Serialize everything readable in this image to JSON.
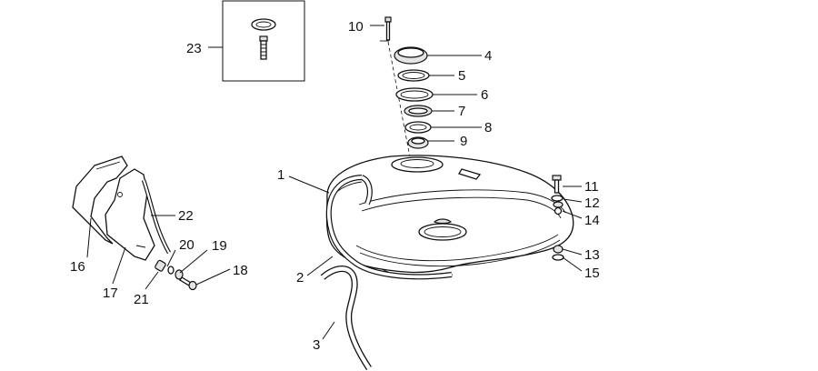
{
  "callouts": {
    "c1": "1",
    "c2": "2",
    "c3": "3",
    "c4": "4",
    "c5": "5",
    "c6": "6",
    "c7": "7",
    "c8": "8",
    "c9": "9",
    "c10": "10",
    "c11": "11",
    "c12": "12",
    "c13": "13",
    "c14": "14",
    "c15": "15",
    "c16": "16",
    "c17": "17",
    "c18": "18",
    "c19": "19",
    "c20": "20",
    "c21": "21",
    "c22": "22",
    "c23": "23"
  },
  "icons": {
    "tank": "fuel-tank-icon",
    "badge": "eagle-logo-icon",
    "filler_cap": "filler-cap-icon",
    "side_covers": "side-cover-icon",
    "fasteners": "bolt-icon"
  }
}
